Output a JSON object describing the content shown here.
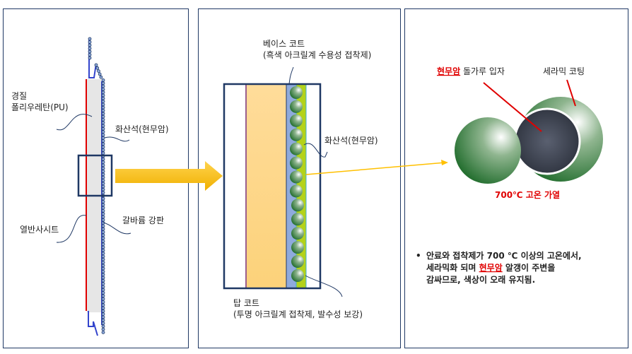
{
  "left_panel": {
    "label_pu_1": "경질",
    "label_pu_2": "폴리우레탄(PU)",
    "label_volcanic": "화산석(현무암)",
    "label_steel": "갈바륨 강판",
    "label_sheet": "열반사시트"
  },
  "middle_panel": {
    "base_coat_title": "베이스 코트",
    "base_coat_desc": "(흑색 아크릴계 수용성 접착제)",
    "volcanic_label": "화산석(현무암)",
    "top_coat_title": "탑 코트",
    "top_coat_desc": "(투명 아크릴계 접착제,   발수성 보강)",
    "sphere_count": 14
  },
  "right_panel": {
    "particle_highlight": "현무암",
    "particle_label": " 돌가루 입자",
    "coating_label": "세라믹 코팅",
    "heat_label": "700℃ 고온 가열",
    "bullet_line1": "안료와 접착제가 700 ℃ 이상의 고온에서,",
    "bullet_line2_a": "세라믹화 되며 ",
    "bullet_line2_highlight": "현무암",
    "bullet_line2_b": " 알갱이 주변을",
    "bullet_line3": "감싸므로, 색상이 오래 유지됨."
  },
  "colors": {
    "red": "#e00000",
    "arrow": "#ffc000",
    "frame": "#1f3864"
  }
}
